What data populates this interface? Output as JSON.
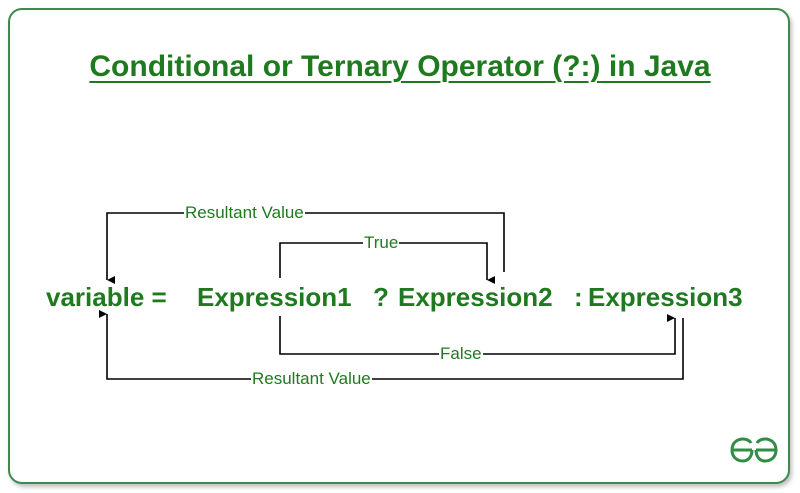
{
  "title": "Conditional or Ternary Operator (?:) in Java",
  "expression": {
    "variable": "variable =",
    "expr1": "Expression1",
    "question": "?",
    "expr2": "Expression2",
    "colon": ":",
    "expr3": "Expression3"
  },
  "labels": {
    "resultant_top": "Resultant Value",
    "true": "True",
    "false": "False",
    "resultant_bottom": "Resultant Value"
  },
  "logo": "əG",
  "colors": {
    "text": "#1f7a1f",
    "border": "#3c8a4e",
    "arrow": "#000000"
  }
}
